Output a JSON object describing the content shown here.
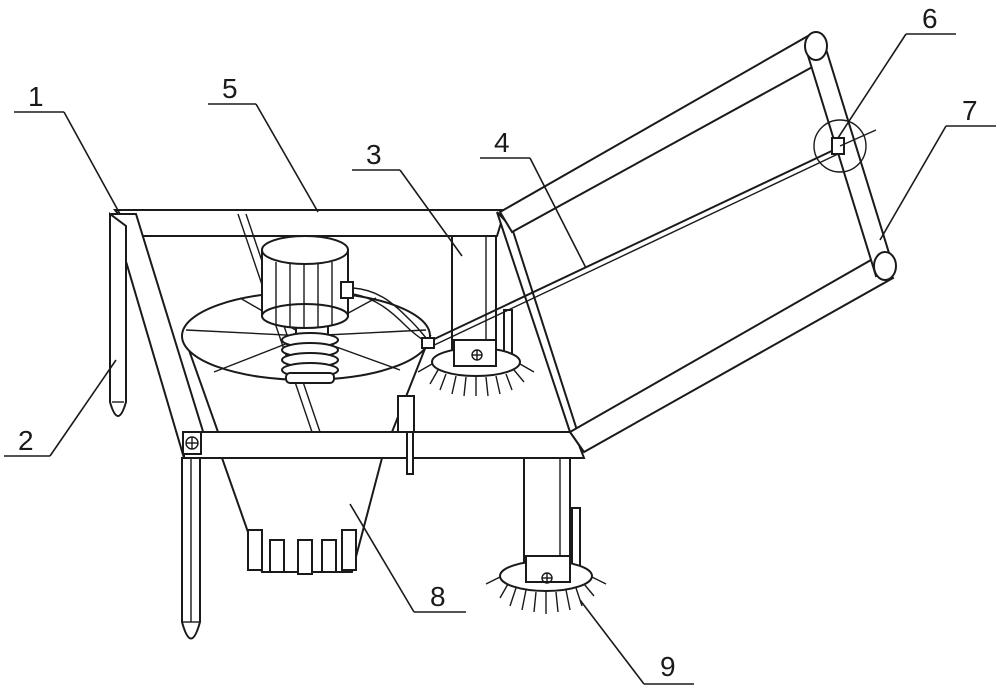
{
  "figure": {
    "labels": [
      {
        "id": "label-1",
        "text": "1"
      },
      {
        "id": "label-2",
        "text": "2"
      },
      {
        "id": "label-3",
        "text": "3"
      },
      {
        "id": "label-4",
        "text": "4"
      },
      {
        "id": "label-5",
        "text": "5"
      },
      {
        "id": "label-6",
        "text": "6"
      },
      {
        "id": "label-7",
        "text": "7"
      },
      {
        "id": "label-8",
        "text": "8"
      },
      {
        "id": "label-9",
        "text": "9"
      }
    ]
  }
}
